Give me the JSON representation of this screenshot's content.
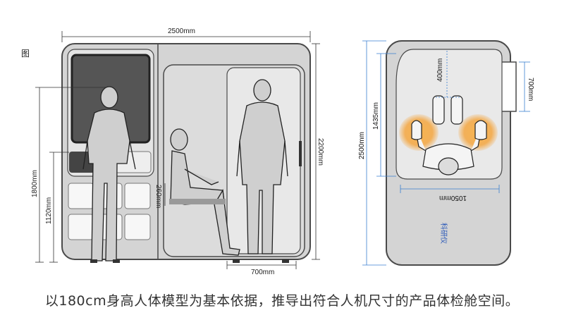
{
  "left_view": {
    "corner_label": "图",
    "dimensions": {
      "total_width": "2500mm",
      "total_height": "2200mm",
      "eye_height": "1800mm",
      "desk_height": "1120mm",
      "seat_height": "260mm",
      "seat_depth": "700mm"
    }
  },
  "top_view": {
    "dimensions": {
      "total_length": "2500mm",
      "reach_length": "1435mm",
      "gap": "400mm",
      "door_width": "700mm",
      "inner_width": "1050mm"
    },
    "brand_text": "科研仪"
  },
  "caption": "以180cm身高人体模型为基本依据，推导出符合人机尺寸的产品体检舱空间。",
  "colors": {
    "cabin_fill": "#d4d4d4",
    "cabin_stroke": "#4a4a4a",
    "screen_fill": "#555555",
    "dimension_blue": "#3a7fd0",
    "reach_orange": "#f4a640"
  }
}
